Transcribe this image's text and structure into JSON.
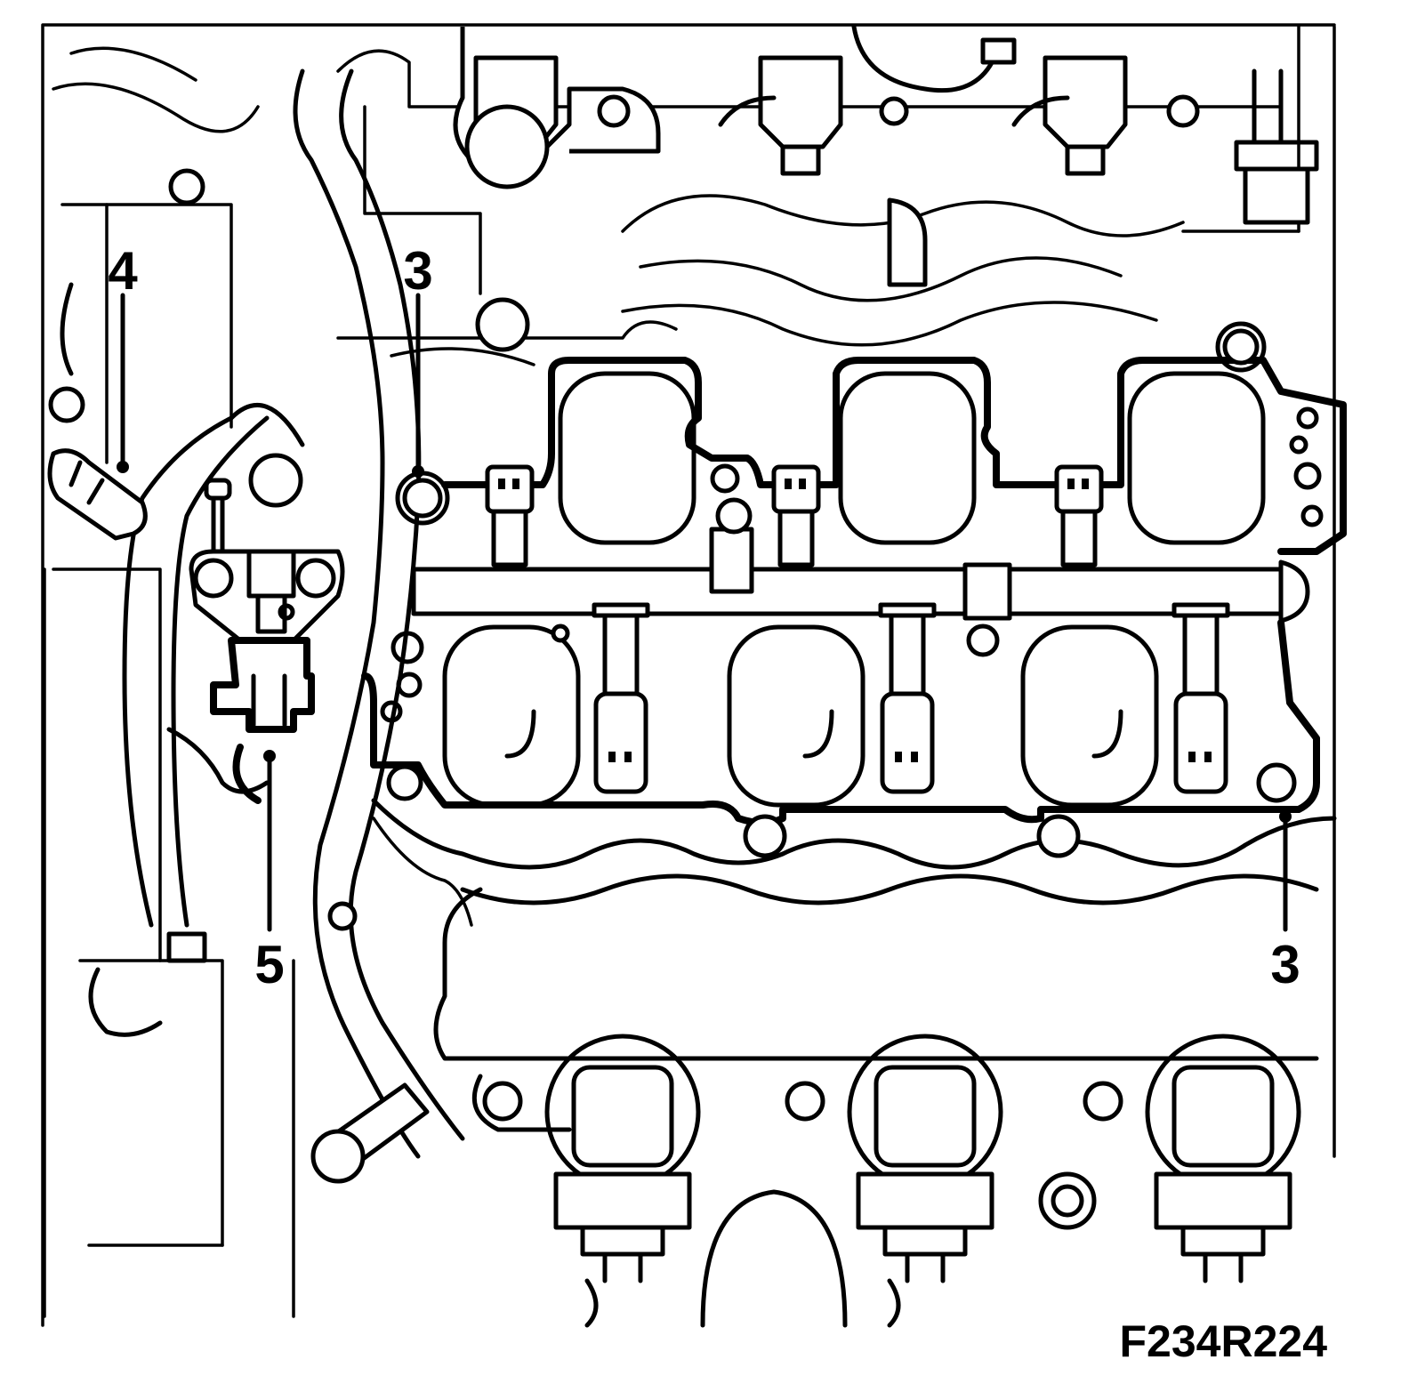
{
  "figure_id": "F234R224",
  "callouts": {
    "c3_top": "3",
    "c3_bottom": "3",
    "c4": "4",
    "c5": "5"
  },
  "colors": {
    "line": "#000000",
    "background": "#ffffff"
  }
}
